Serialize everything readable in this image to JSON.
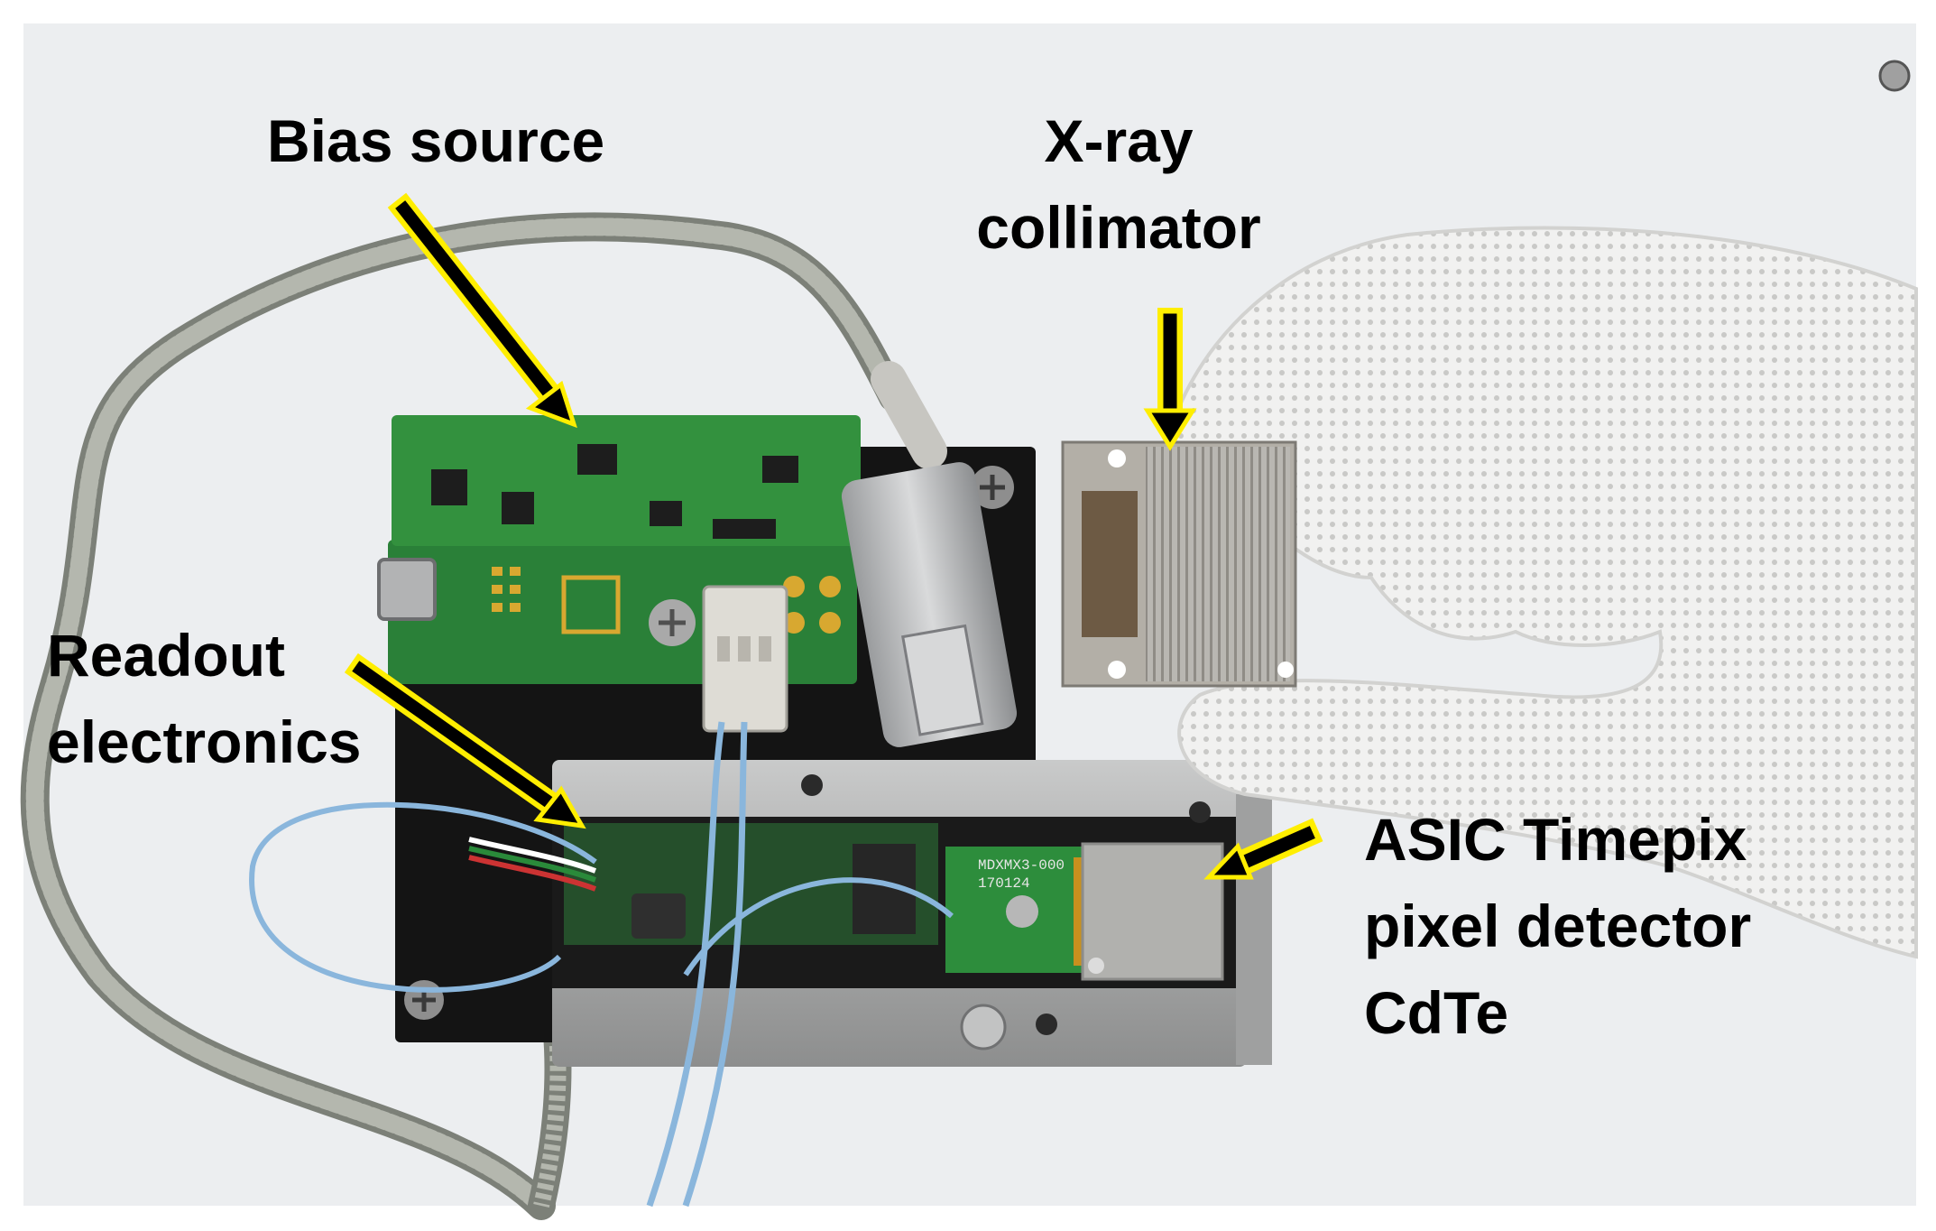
{
  "photo": {
    "background_color": "#eeeff1",
    "frame_color": "#ffffff",
    "board_green": "#2f8a3a",
    "plate_black": "#151515",
    "metal_gray": "#b7b8b8",
    "cable_gray": "#9c9f98",
    "wire_blue": "#8ab6dc",
    "glove_white": "#efefee",
    "arrow_fill": "#000000",
    "arrow_outline": "#ffee00"
  },
  "labels": {
    "bias_source": "Bias source",
    "xray_collimator": [
      "X-ray",
      "collimator"
    ],
    "readout_electronics": [
      "Readout",
      "electronics"
    ],
    "asic_detector": [
      "ASIC Timepix",
      "pixel detector",
      "CdTe"
    ]
  },
  "board_print": {
    "detector_pcb_line1": "MDXMX3-000",
    "detector_pcb_line2": "170124"
  }
}
